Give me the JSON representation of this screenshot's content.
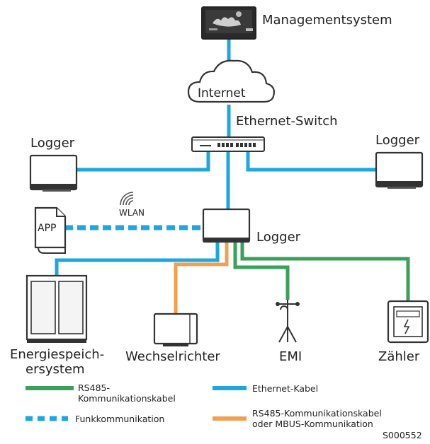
{
  "labels": {
    "management_system": "Managementsystem",
    "internet": "Internet",
    "ethernet_switch": "Ethernet-Switch",
    "logger_left": "Logger",
    "logger_right": "Logger",
    "logger_center": "Logger",
    "wlan": "WLAN",
    "app": "APP",
    "storage_line1": "Energiespeich-",
    "storage_line2": "ersystem",
    "inverter": "Wechselrichter",
    "emi": "EMI",
    "meter": "Zähler"
  },
  "legend": {
    "rs485": [
      "RS485-",
      "Kommunikationskabel"
    ],
    "ethernet": "Ethernet-Kabel",
    "wireless": "Funkkommunikation",
    "rs485_mbus": [
      "RS485-Kommunikationskabel",
      "oder MBUS-Kommunikation"
    ]
  },
  "figure_id": "S000552",
  "colors": {
    "ethernet": "#1ea6df",
    "rs485": "#3aa05a",
    "rs485_mbus": "#f0a04e",
    "wireless": "#1ea6df",
    "device_stroke": "#3a3a3a"
  },
  "icons": [
    "monitor-icon",
    "cloud-icon",
    "switch-icon",
    "logger-icon",
    "phone-app-icon",
    "wifi-icon",
    "battery-cabinet-icon",
    "inverter-icon",
    "weather-station-icon",
    "meter-icon"
  ]
}
